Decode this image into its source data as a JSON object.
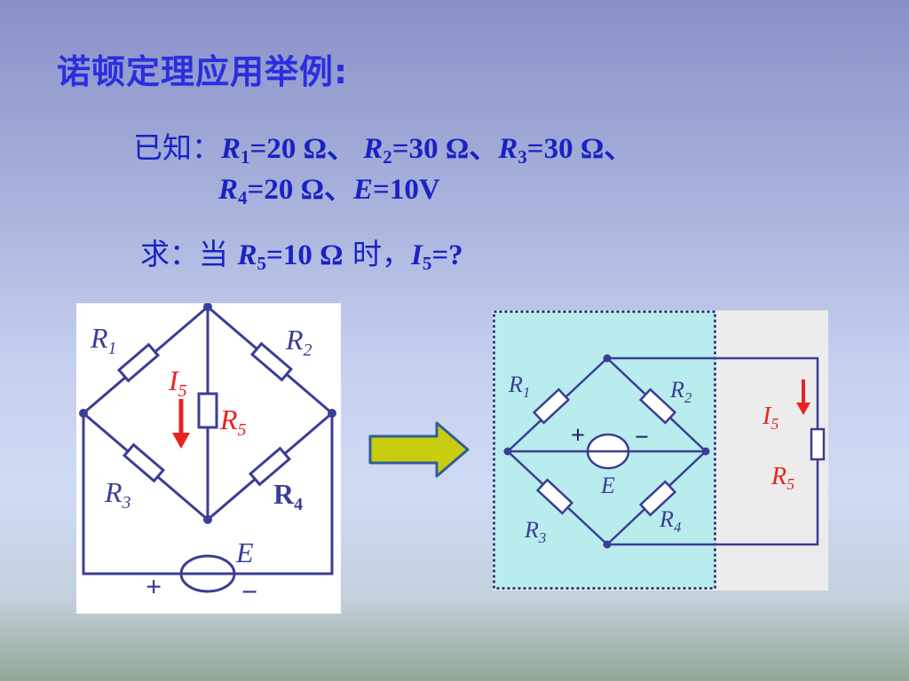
{
  "slide": {
    "title": "诺顿定理应用举例:",
    "given": {
      "prefix": "已知：",
      "r1": {
        "sym": "R",
        "sub": "1",
        "val": "=20 Ω"
      },
      "sep1": "、 ",
      "r2": {
        "sym": "R",
        "sub": "2",
        "val": "=30 Ω"
      },
      "sep2": "、",
      "r3": {
        "sym": "R",
        "sub": "3",
        "val": "=30 Ω"
      },
      "sep3": "、",
      "r4": {
        "sym": "R",
        "sub": "4",
        "val": "=20 Ω"
      },
      "sep4": "、",
      "e": {
        "sym": "E",
        "val": "=10V"
      }
    },
    "question": {
      "prefix": "求：当 ",
      "r5": {
        "sym": "R",
        "sub": "5",
        "val": "=10 Ω"
      },
      "mid": " 时，",
      "i5": {
        "sym": "I",
        "sub": "5",
        "val": "=?"
      }
    }
  },
  "left_circuit": {
    "r1": {
      "sym": "R",
      "sub": "1"
    },
    "r2": {
      "sym": "R",
      "sub": "2"
    },
    "r3": {
      "sym": "R",
      "sub": "3"
    },
    "r4": {
      "sym": "R",
      "sub": "4"
    },
    "r5": {
      "sym": "R",
      "sub": "5"
    },
    "i5": {
      "sym": "I",
      "sub": "5"
    },
    "e": "E",
    "plus": "+",
    "minus": "−"
  },
  "right_circuit": {
    "r1": {
      "sym": "R",
      "sub": "1"
    },
    "r2": {
      "sym": "R",
      "sub": "2"
    },
    "r3": {
      "sym": "R",
      "sub": "3"
    },
    "r4": {
      "sym": "R",
      "sub": "4"
    },
    "r5": {
      "sym": "R",
      "sub": "5"
    },
    "i5": {
      "sym": "I",
      "sub": "5"
    },
    "e": "E",
    "plus": "+",
    "minus": "−"
  },
  "colors": {
    "title": "#2b2ee0",
    "text": "#1a22c4",
    "wire": "#3a3e96",
    "current": "#e8231f",
    "box_fill": "#b9ecec",
    "arrow_fill": "#c9cd10",
    "arrow_stroke": "#2f5f93"
  }
}
